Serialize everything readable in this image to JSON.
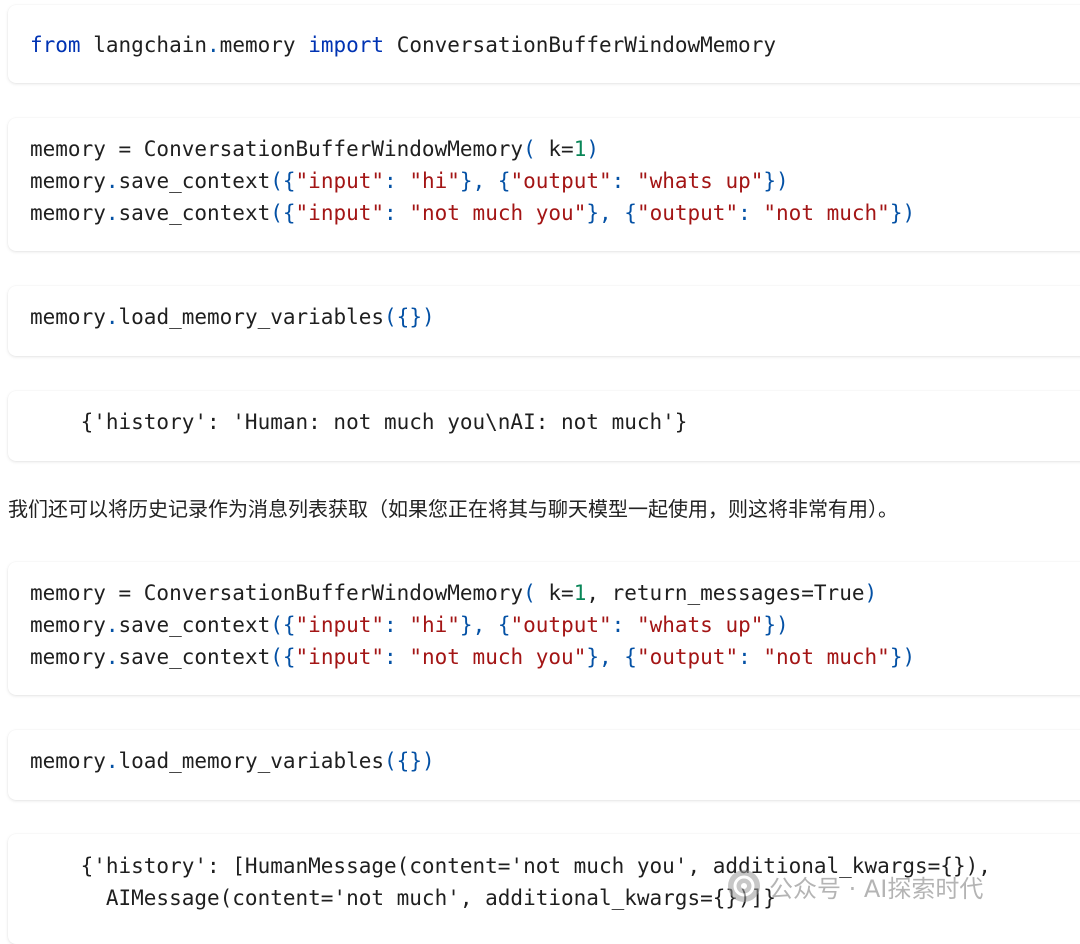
{
  "code_blocks": [
    {
      "lines": [
        [
          {
            "t": "from",
            "c": "kw"
          },
          {
            "t": " langchain"
          },
          {
            "t": ".",
            "c": "pun"
          },
          {
            "t": "memory "
          },
          {
            "t": "import",
            "c": "kw"
          },
          {
            "t": " ConversationBufferWindowMemory"
          }
        ]
      ]
    },
    {
      "lines": [
        [
          {
            "t": "memory = ConversationBufferWindowMemory"
          },
          {
            "t": "(",
            "c": "pun"
          },
          {
            "t": " k="
          },
          {
            "t": "1",
            "c": "num"
          },
          {
            "t": ")",
            "c": "pun"
          }
        ],
        [
          {
            "t": "memory"
          },
          {
            "t": ".",
            "c": "pun"
          },
          {
            "t": "save_context"
          },
          {
            "t": "({",
            "c": "pun"
          },
          {
            "t": "\"input\"",
            "c": "str"
          },
          {
            "t": ": ",
            "c": "pun"
          },
          {
            "t": "\"hi\"",
            "c": "str"
          },
          {
            "t": "}, {",
            "c": "pun"
          },
          {
            "t": "\"output\"",
            "c": "str"
          },
          {
            "t": ": ",
            "c": "pun"
          },
          {
            "t": "\"whats up\"",
            "c": "str"
          },
          {
            "t": "})",
            "c": "pun"
          }
        ],
        [
          {
            "t": "memory"
          },
          {
            "t": ".",
            "c": "pun"
          },
          {
            "t": "save_context"
          },
          {
            "t": "({",
            "c": "pun"
          },
          {
            "t": "\"input\"",
            "c": "str"
          },
          {
            "t": ": ",
            "c": "pun"
          },
          {
            "t": "\"not much you\"",
            "c": "str"
          },
          {
            "t": "}, {",
            "c": "pun"
          },
          {
            "t": "\"output\"",
            "c": "str"
          },
          {
            "t": ": ",
            "c": "pun"
          },
          {
            "t": "\"not much\"",
            "c": "str"
          },
          {
            "t": "})",
            "c": "pun"
          }
        ]
      ]
    },
    {
      "lines": [
        [
          {
            "t": "memory"
          },
          {
            "t": ".",
            "c": "pun"
          },
          {
            "t": "load_memory_variables"
          },
          {
            "t": "({})",
            "c": "pun"
          }
        ]
      ]
    },
    {
      "lines": [
        [
          {
            "t": "    {'history': 'Human: not much you\\nAI: not much'}"
          }
        ]
      ]
    },
    {
      "lines": [
        [
          {
            "t": "memory = ConversationBufferWindowMemory"
          },
          {
            "t": "(",
            "c": "pun"
          },
          {
            "t": " k="
          },
          {
            "t": "1",
            "c": "num"
          },
          {
            "t": ", return_messages=True"
          },
          {
            "t": ")",
            "c": "pun"
          }
        ],
        [
          {
            "t": "memory"
          },
          {
            "t": ".",
            "c": "pun"
          },
          {
            "t": "save_context"
          },
          {
            "t": "({",
            "c": "pun"
          },
          {
            "t": "\"input\"",
            "c": "str"
          },
          {
            "t": ": ",
            "c": "pun"
          },
          {
            "t": "\"hi\"",
            "c": "str"
          },
          {
            "t": "}, {",
            "c": "pun"
          },
          {
            "t": "\"output\"",
            "c": "str"
          },
          {
            "t": ": ",
            "c": "pun"
          },
          {
            "t": "\"whats up\"",
            "c": "str"
          },
          {
            "t": "})",
            "c": "pun"
          }
        ],
        [
          {
            "t": "memory"
          },
          {
            "t": ".",
            "c": "pun"
          },
          {
            "t": "save_context"
          },
          {
            "t": "({",
            "c": "pun"
          },
          {
            "t": "\"input\"",
            "c": "str"
          },
          {
            "t": ": ",
            "c": "pun"
          },
          {
            "t": "\"not much you\"",
            "c": "str"
          },
          {
            "t": "}, {",
            "c": "pun"
          },
          {
            "t": "\"output\"",
            "c": "str"
          },
          {
            "t": ": ",
            "c": "pun"
          },
          {
            "t": "\"not much\"",
            "c": "str"
          },
          {
            "t": "})",
            "c": "pun"
          }
        ]
      ]
    },
    {
      "lines": [
        [
          {
            "t": "memory"
          },
          {
            "t": ".",
            "c": "pun"
          },
          {
            "t": "load_memory_variables"
          },
          {
            "t": "({})",
            "c": "pun"
          }
        ]
      ]
    },
    {
      "lines": [
        [
          {
            "t": "    {'history': [HumanMessage(content='not much you', additional_kwargs={}),"
          }
        ],
        [
          {
            "t": "      AIMessage(content='not much', additional_kwargs={})]}"
          }
        ]
      ]
    }
  ],
  "paragraph": "我们还可以将历史记录作为消息列表获取（如果您正在将其与聊天模型一起使用，则这将非常有用）。",
  "watermark": {
    "icon": "wechat-official-account-icon",
    "text": "公众号 · AI探索时代"
  }
}
